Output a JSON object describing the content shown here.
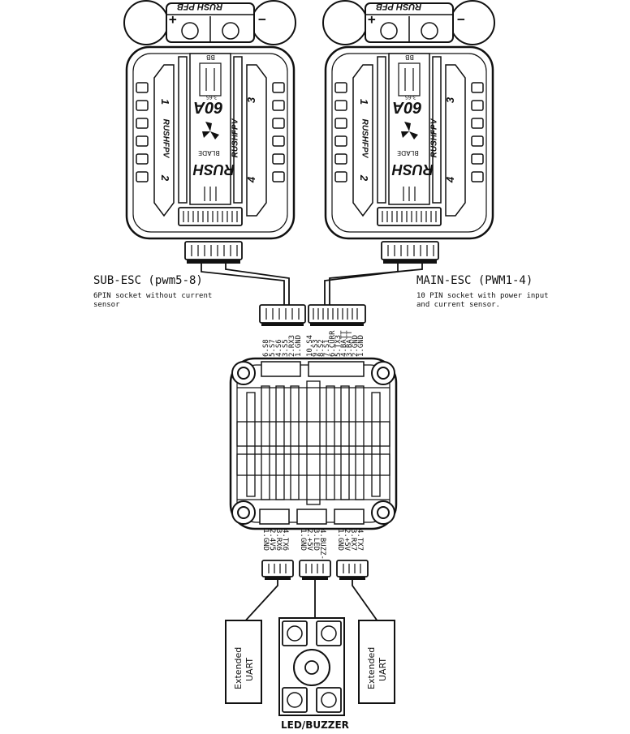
{
  "esc_sub": {
    "brand": "RUSH PFB",
    "plus": "+",
    "minus": "−",
    "motor_labels": [
      "1",
      "2",
      "3",
      "4"
    ],
    "side_text": "RUSHFPV",
    "current": "60A",
    "model_top": "RUSH",
    "model_sub": "BLADE",
    "bb_label": "BB",
    "three_s": "3-6S"
  },
  "esc_main": {
    "brand": "RUSH PFB",
    "plus": "+",
    "minus": "−",
    "motor_labels": [
      "1",
      "2",
      "3",
      "4"
    ],
    "side_text": "RUSHFPV",
    "current": "60A",
    "model_top": "RUSH",
    "model_sub": "BLADE",
    "bb_label": "BB",
    "three_s": "3-6S"
  },
  "sub_esc": {
    "title": "SUB-ESC (pwm5-8)",
    "note_line1": "6PIN socket without current",
    "note_line2": "sensor"
  },
  "main_esc": {
    "title": "MAIN-ESC (PWM1-4)",
    "note_line1": "10 PIN socket with power input",
    "note_line2": "and current sensor."
  },
  "top_pins_sub": [
    "6.S8",
    "5.S7",
    "4.S6",
    "3.S5",
    "2.RX3",
    "1.GND"
  ],
  "top_pins_main": [
    "10.S4",
    "9.S3",
    "8.S2",
    "7.S1",
    "6.CURR",
    "5.TX3",
    "4.BATT",
    "3.BATT",
    "2.GND",
    "1.GND"
  ],
  "bottom_pins_left": [
    "1.GND",
    "2.4V5",
    "3.RX6",
    "4.TX6"
  ],
  "bottom_pins_mid": [
    "1.GND",
    "2.+5V",
    "3.LED",
    "4.BUZZ-"
  ],
  "bottom_pins_right": [
    "1.GND",
    "2.+5V",
    "3.RX7",
    "4.TX7"
  ],
  "ext_left": {
    "line1": "Extended",
    "line2": "UART"
  },
  "ext_right": {
    "line1": "Extended",
    "line2": "UART"
  },
  "led_buzzer": {
    "label": "LED/BUZZER"
  }
}
